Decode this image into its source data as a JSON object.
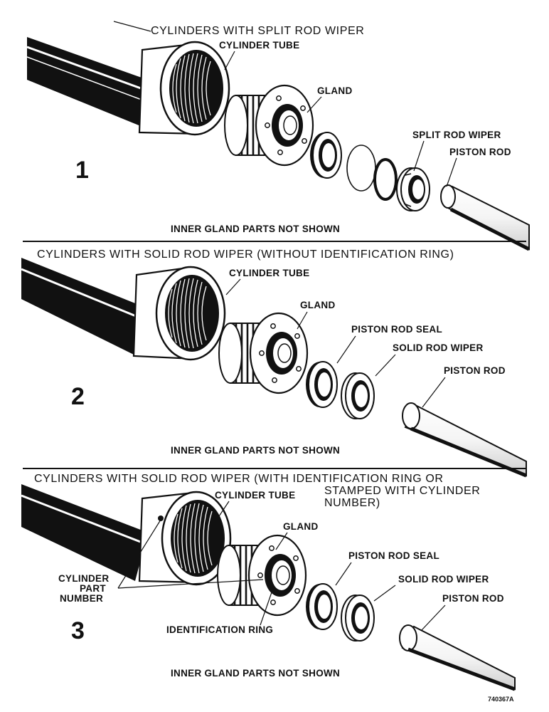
{
  "panels": [
    {
      "number": "1",
      "title": "CYLINDERS WITH SPLIT ROD WIPER",
      "labels": {
        "cylinder_tube": "CYLINDER TUBE",
        "gland": "GLAND",
        "split_rod_wiper": "SPLIT ROD WIPER",
        "piston_rod": "PISTON ROD"
      },
      "note": "INNER GLAND PARTS NOT SHOWN"
    },
    {
      "number": "2",
      "title": "CYLINDERS WITH SOLID ROD WIPER (WITHOUT IDENTIFICATION RING)",
      "labels": {
        "cylinder_tube": "CYLINDER TUBE",
        "gland": "GLAND",
        "piston_rod_seal": "PISTON ROD SEAL",
        "solid_rod_wiper": "SOLID ROD WIPER",
        "piston_rod": "PISTON ROD"
      },
      "note": "INNER GLAND PARTS NOT SHOWN"
    },
    {
      "number": "3",
      "title_lines": [
        "CYLINDERS WITH SOLID ROD WIPER (WITH IDENTIFICATION RING OR",
        "STAMPED WITH CYLINDER",
        "NUMBER)"
      ],
      "labels": {
        "cylinder_tube": "CYLINDER TUBE",
        "gland": "GLAND",
        "piston_rod_seal": "PISTON ROD SEAL",
        "solid_rod_wiper": "SOLID ROD WIPER",
        "piston_rod": "PISTON ROD",
        "cylinder_part_number": [
          "CYLINDER",
          "PART",
          "NUMBER"
        ],
        "identification_ring": "IDENTIFICATION RING"
      },
      "note": "INNER GLAND PARTS NOT SHOWN"
    }
  ],
  "figure_code": "740367A"
}
